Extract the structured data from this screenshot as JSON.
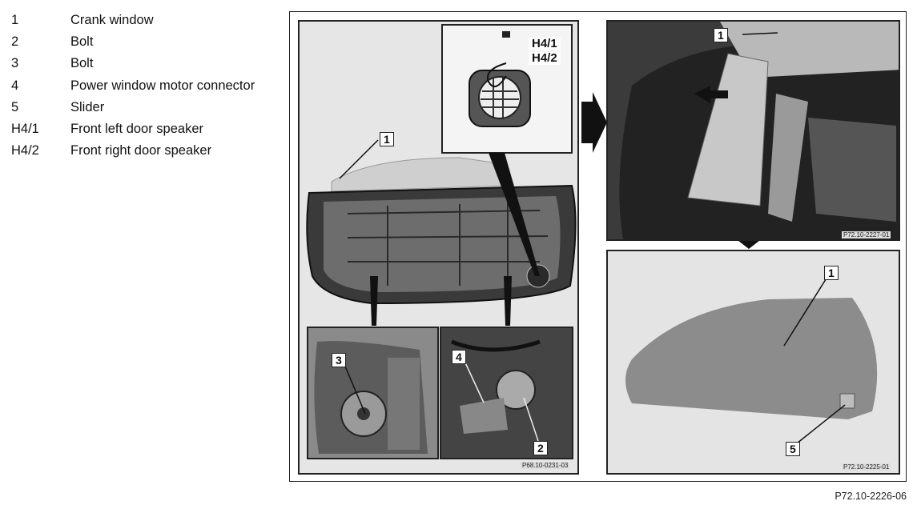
{
  "legend": [
    {
      "key": "1",
      "text": "Crank window"
    },
    {
      "key": "2",
      "text": "Bolt"
    },
    {
      "key": "3",
      "text": "Bolt"
    },
    {
      "key": "4",
      "text": "Power window motor connector"
    },
    {
      "key": "5",
      "text": "Slider"
    },
    {
      "key": "H4/1",
      "text": "Front left door speaker"
    },
    {
      "key": "H4/2",
      "text": "Front right door speaker"
    }
  ],
  "left_panel": {
    "label_1": "1",
    "speaker_label_a": "H4/1",
    "speaker_label_b": "H4/2",
    "label_3": "3",
    "label_4": "4",
    "label_2": "2",
    "code": "P68.10-0231-03"
  },
  "top_right_panel": {
    "label_1": "1",
    "code": "P72.10-2227-01"
  },
  "bottom_right_panel": {
    "label_1": "1",
    "label_5": "5",
    "code": "P72.10-2225-01"
  },
  "figure_code": "P72.10-2226-06"
}
